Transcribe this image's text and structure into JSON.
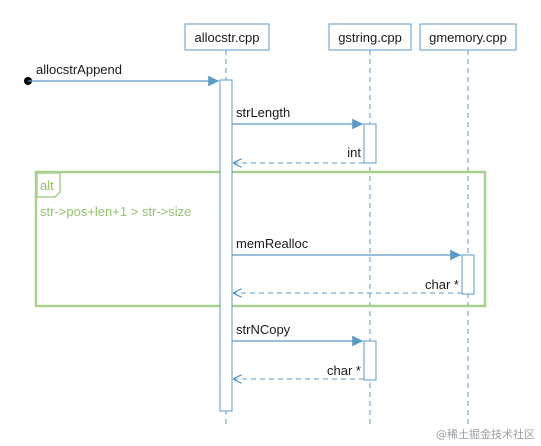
{
  "participants": [
    {
      "id": "allocstr",
      "label": "allocstr.cpp"
    },
    {
      "id": "gstring",
      "label": "gstring.cpp"
    },
    {
      "id": "gmemory",
      "label": "gmemory.cpp"
    }
  ],
  "entry_message": "allocstrAppend",
  "messages": [
    {
      "label": "strLength",
      "target": "gstring.cpp"
    },
    {
      "label": "int",
      "kind": "return",
      "source": "gstring.cpp"
    },
    {
      "label": "memRealloc",
      "target": "gmemory.cpp"
    },
    {
      "label": "char *",
      "kind": "return",
      "source": "gmemory.cpp"
    },
    {
      "label": "strNCopy",
      "target": "gstring.cpp"
    },
    {
      "label": "char *",
      "kind": "return",
      "source": "gstring.cpp"
    }
  ],
  "fragment": {
    "operator": "alt",
    "guard": "str->pos+len+1 > str->size"
  },
  "watermark": "@稀土掘金技术社区",
  "colors": {
    "line": "#5b9bc8",
    "box_fill": "#ffffff",
    "fragment": "#a9d18e",
    "fragment_text": "#92c46a"
  }
}
